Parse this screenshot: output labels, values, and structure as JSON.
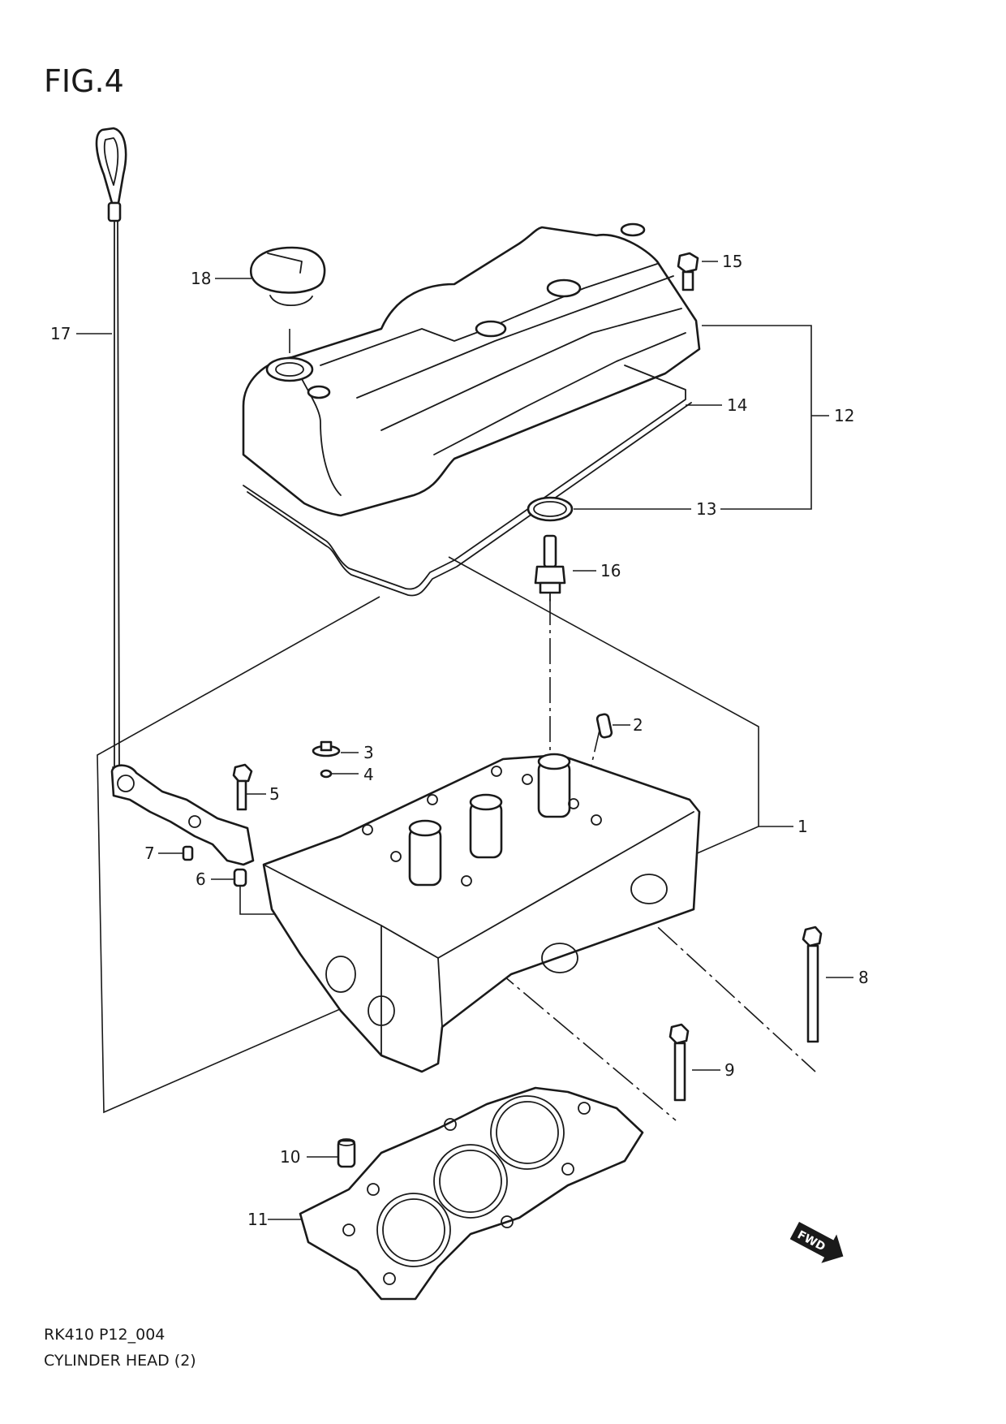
{
  "figure": {
    "title": "FIG.4"
  },
  "footer": {
    "code": "RK410 P12_004",
    "caption": "CYLINDER HEAD (2)"
  },
  "callouts": [
    {
      "id": "1",
      "label": "1"
    },
    {
      "id": "2",
      "label": "2"
    },
    {
      "id": "3",
      "label": "3"
    },
    {
      "id": "4",
      "label": "4"
    },
    {
      "id": "5",
      "label": "5"
    },
    {
      "id": "6",
      "label": "6"
    },
    {
      "id": "7",
      "label": "7"
    },
    {
      "id": "8",
      "label": "8"
    },
    {
      "id": "9",
      "label": "9"
    },
    {
      "id": "10",
      "label": "10"
    },
    {
      "id": "11",
      "label": "11"
    },
    {
      "id": "12",
      "label": "12"
    },
    {
      "id": "13",
      "label": "13"
    },
    {
      "id": "14",
      "label": "14"
    },
    {
      "id": "15",
      "label": "15"
    },
    {
      "id": "16",
      "label": "16"
    },
    {
      "id": "17",
      "label": "17"
    },
    {
      "id": "18",
      "label": "18"
    }
  ],
  "fwd_badge": {
    "label": "FWD"
  }
}
